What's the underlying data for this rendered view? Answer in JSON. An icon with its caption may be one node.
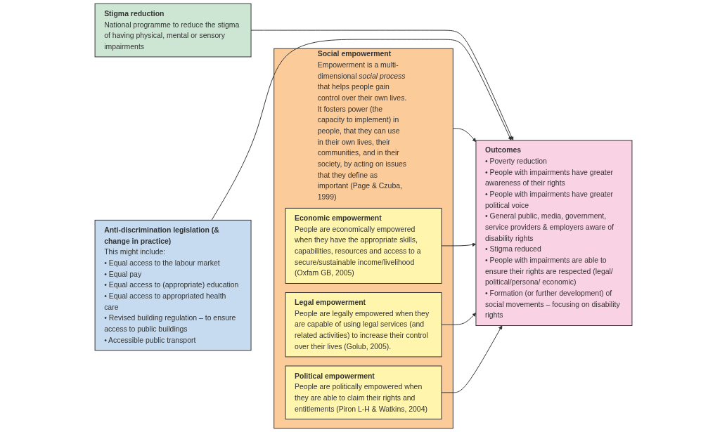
{
  "diagram": {
    "nodes": [
      {
        "text": [
          "Stigma reduction",
          "National programme to reduce the stigma of having physical, mental or sensory impairments"
        ]
      },
      {
        "text": [
          "Anti-discrimination legislation (& change in practice)",
          "This might include:",
          "• Equal access to the labour market",
          "• Equal pay",
          "• Equal access to (appropriate) education",
          "• Equal access to appropriated health care",
          "• Revised building regulation – to ensure access to public buildings",
          "• Accessible public transport"
        ]
      },
      {
        "text": [
          "Social empowerment",
          "Empowerment is a multi-dimensional *social process* that helps people gain control over their own lives. It fosters power (the capacity to implement) in people, that they can use in their own lives, their communities, and in their society, by acting on issues that they define as important (Page & Czuba, 1999)"
        ]
      },
      {
        "text": [
          "Economic empowerment",
          "People are economically empowered when they have the appropriate skills, capabilities, resources and access to a secure/sustainable income/livelihood (Oxfam GB, 2005)"
        ],
        "in": 2
      },
      {
        "text": [
          "Legal empowerment",
          "People are legally empowered when they are capable of using legal services (and related activities) to increase their control over their lives (Golub, 2005)."
        ],
        "in": 2
      },
      {
        "text": [
          "Political empowerment",
          "People are politically empowered when they are able to claim their rights and entitlements (Piron L-H & Watkins, 2004)"
        ],
        "in": 2
      },
      {
        "text": [
          "Outcomes",
          "• Poverty reduction",
          "• People with impairments have greater awareness of their rights",
          "• People with impairments have greater political voice",
          "• General public, media, government, service providers & employers aware of disability rights",
          "• Stigma reduced",
          "• People with impairments are able to ensure their rights are respected (legal/ political/persona/ economic)",
          "• Formation (or further development) of social movements – focusing on disability rights"
        ]
      }
    ],
    "edges": [
      {
        "from": 0,
        "to": 6,
        "arrow": "to"
      },
      {
        "from": 2,
        "to": 6,
        "arrow": "to"
      },
      {
        "from": 3,
        "to": 6,
        "arrow": "to"
      },
      {
        "from": 4,
        "to": 6,
        "arrow": "to"
      },
      {
        "from": 5,
        "to": 6,
        "arrow": "to"
      },
      {
        "from": 1,
        "to": 6,
        "arrow": "to"
      }
    ]
  }
}
